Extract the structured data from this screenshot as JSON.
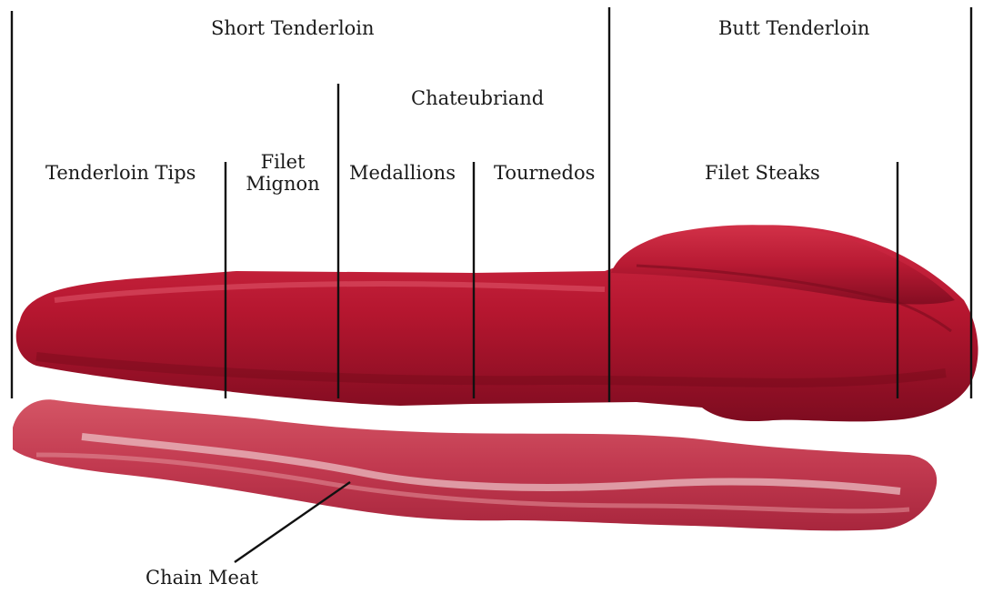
{
  "labels": {
    "short_tenderloin": "Short Tenderloin",
    "butt_tenderloin": "Butt Tenderloin",
    "chateubriand": "Chateubriand",
    "tenderloin_tips": "Tenderloin Tips",
    "filet_mignon_line1": "Filet",
    "filet_mignon_line2": "Mignon",
    "medallions": "Medallions",
    "tournedos": "Tournedos",
    "filet_steaks": "Filet Steaks",
    "chain_meat": "Chain Meat"
  },
  "colors": {
    "meat_dark": "#8e0f25",
    "meat_main": "#b5162f",
    "meat_light": "#cf3a4f",
    "chain_main": "#c83c52",
    "chain_light": "#e08a95",
    "chain_fat": "#eec6cb",
    "line": "#111111"
  }
}
